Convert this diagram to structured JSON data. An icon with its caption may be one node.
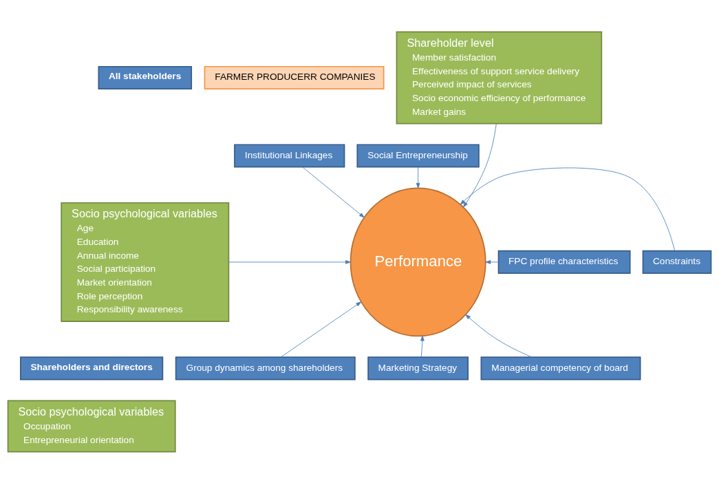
{
  "diagram": {
    "nodes": [
      {
        "text": [
          "FARMER PRODUCERR COMPANIES"
        ]
      },
      {
        "text": [
          "All stakeholders"
        ]
      },
      {
        "text": [
          "Socio psychological variables",
          "Age",
          "Education",
          "Annual income",
          "Social participation",
          "Market orientation",
          "Role perception",
          "Responsibility awareness"
        ]
      },
      {
        "text": [
          "Institutional Linkages"
        ]
      },
      {
        "text": [
          "Social Entrepreneurship"
        ]
      },
      {
        "text": [
          "Shareholder level",
          "Member satisfaction",
          "Effectiveness of support service delivery",
          "Perceived impact of services",
          "Socio economic efficiency of performance",
          "Market gains"
        ]
      },
      {
        "text": [
          "Performance"
        ]
      },
      {
        "text": [
          "Shareholders and directors"
        ]
      },
      {
        "text": [
          "Socio psychological variables",
          "Occupation",
          "Entrepreneurial orientation"
        ]
      },
      {
        "text": [
          "FPC profile characteristics"
        ]
      },
      {
        "text": [
          "Constraints"
        ]
      },
      {
        "text": [
          "Marketing Strategy"
        ]
      },
      {
        "text": [
          "Managerial competency of board"
        ]
      },
      {
        "text": [
          "Group dynamics among shareholders"
        ]
      }
    ],
    "edges": [
      {
        "from": 3,
        "to": 6,
        "arrow": "to"
      },
      {
        "from": 4,
        "to": 6,
        "arrow": "to"
      },
      {
        "from": 5,
        "to": 6,
        "arrow": "to"
      },
      {
        "from": 2,
        "to": 6,
        "arrow": "to"
      },
      {
        "from": 9,
        "to": 6,
        "arrow": "to"
      },
      {
        "from": 10,
        "to": 6,
        "arrow": "to"
      },
      {
        "from": 11,
        "to": 6,
        "arrow": "to"
      },
      {
        "from": 12,
        "to": 6,
        "arrow": "to"
      },
      {
        "from": 13,
        "to": 6,
        "arrow": "to"
      }
    ]
  }
}
